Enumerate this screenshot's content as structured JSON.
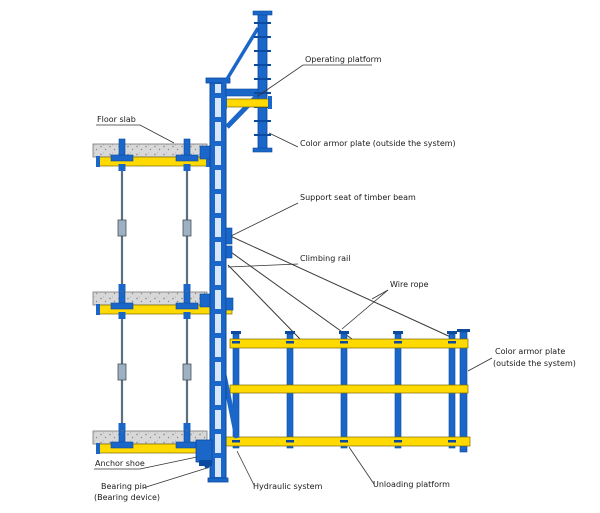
{
  "diagram": {
    "type": "technical-construction-detail",
    "labels": {
      "operating_platform": "Operating platform",
      "floor_slab": "Floor slab",
      "color_armor_plate_top": "Color armor plate (outside the system)",
      "support_seat": "Support seat of timber beam",
      "climbing_rail": "Climbing rail",
      "wire_rope": "Wire rope",
      "color_armor_plate_right": [
        "Color armor plate",
        "(outside the system)"
      ],
      "anchor_shoe": "Anchor shoe",
      "bearing_pin": [
        "Bearing pin",
        "(Bearing device)"
      ],
      "hydraulic_system": "Hydraulic system",
      "unloading_platform": "Unloading platform"
    },
    "colors": {
      "structure_blue": "#1b66c9",
      "structure_blue_dark": "#0b4a9c",
      "beam_yellow": "#ffd900",
      "concrete_gray": "#d8d8d8",
      "rod_gray": "#5d6e80",
      "leader_line": "#333333"
    }
  }
}
